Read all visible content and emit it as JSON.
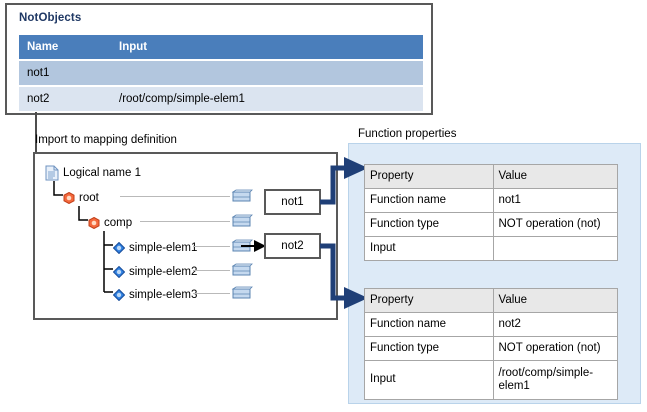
{
  "notobjects": {
    "title": "NotObjects",
    "columns": [
      "Name",
      "Input"
    ],
    "rows": [
      {
        "name": "not1",
        "input": ""
      },
      {
        "name": "not2",
        "input": "/root/comp/simple-elem1"
      }
    ]
  },
  "tree": {
    "caption": "Import to mapping definition",
    "nodes": [
      {
        "label": "Logical name 1",
        "icon": "document-icon"
      },
      {
        "label": "root",
        "icon": "complex-node-icon"
      },
      {
        "label": "comp",
        "icon": "complex-node-icon"
      },
      {
        "label": "simple-elem1",
        "icon": "simple-node-icon"
      },
      {
        "label": "simple-elem2",
        "icon": "simple-node-icon"
      },
      {
        "label": "simple-elem3",
        "icon": "simple-node-icon"
      }
    ]
  },
  "functions": [
    {
      "label": "not1"
    },
    {
      "label": "not2"
    }
  ],
  "function_properties": {
    "caption": "Function properties",
    "columns": [
      "Property",
      "Value"
    ],
    "tables": [
      {
        "rows": [
          {
            "property": "Function name",
            "value": "not1"
          },
          {
            "property": "Function type",
            "value": "NOT operation (not)"
          },
          {
            "property": "Input",
            "value": ""
          }
        ]
      },
      {
        "rows": [
          {
            "property": "Function name",
            "value": "not2"
          },
          {
            "property": "Function type",
            "value": "NOT operation (not)"
          },
          {
            "property": "Input",
            "value": "/root/comp/simple-elem1"
          }
        ]
      }
    ]
  },
  "colors": {
    "table_header_blue": "#4a7ebb",
    "row_blue_dark": "#b2c6de",
    "row_blue_light": "#dbe4f0",
    "title_blue": "#1f3864",
    "panel_blue": "#ddeaf7",
    "connector_blue": "#1f3f77",
    "border_gray": "#595959"
  }
}
